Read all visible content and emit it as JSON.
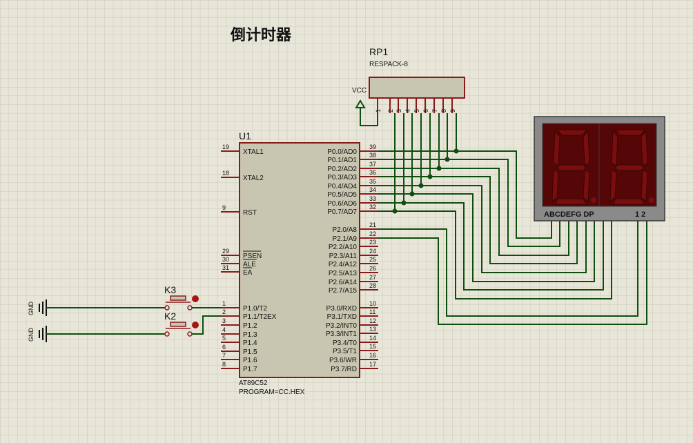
{
  "title": "倒计时器",
  "resistor_pack": {
    "ref": "RP1",
    "value": "RESPACK-8",
    "vcc_label": "VCC",
    "pins": [
      "1",
      "2",
      "3",
      "4",
      "5",
      "6",
      "7",
      "8",
      "9"
    ]
  },
  "mcu": {
    "ref": "U1",
    "part": "AT89C52",
    "program": "PROGRAM=CC.HEX",
    "left_pins": [
      {
        "num": "19",
        "name": "XTAL1"
      },
      {
        "num": "18",
        "name": "XTAL2"
      },
      {
        "num": "9",
        "name": "RST"
      },
      {
        "num": "29",
        "name": "PSEN"
      },
      {
        "num": "30",
        "name": "ALE"
      },
      {
        "num": "31",
        "name": "EA"
      },
      {
        "num": "1",
        "name": "P1.0/T2"
      },
      {
        "num": "2",
        "name": "P1.1/T2EX"
      },
      {
        "num": "3",
        "name": "P1.2"
      },
      {
        "num": "4",
        "name": "P1.3"
      },
      {
        "num": "5",
        "name": "P1.4"
      },
      {
        "num": "6",
        "name": "P1.5"
      },
      {
        "num": "7",
        "name": "P1.6"
      },
      {
        "num": "8",
        "name": "P1.7"
      }
    ],
    "right_pins": [
      {
        "num": "39",
        "name": "P0.0/AD0"
      },
      {
        "num": "38",
        "name": "P0.1/AD1"
      },
      {
        "num": "37",
        "name": "P0.2/AD2"
      },
      {
        "num": "36",
        "name": "P0.3/AD3"
      },
      {
        "num": "35",
        "name": "P0.4/AD4"
      },
      {
        "num": "34",
        "name": "P0.5/AD5"
      },
      {
        "num": "33",
        "name": "P0.6/AD6"
      },
      {
        "num": "32",
        "name": "P0.7/AD7"
      },
      {
        "num": "21",
        "name": "P2.0/A8"
      },
      {
        "num": "22",
        "name": "P2.1/A9"
      },
      {
        "num": "23",
        "name": "P2.2/A10"
      },
      {
        "num": "24",
        "name": "P2.3/A11"
      },
      {
        "num": "25",
        "name": "P2.4/A12"
      },
      {
        "num": "26",
        "name": "P2.5/A13"
      },
      {
        "num": "27",
        "name": "P2.6/A14"
      },
      {
        "num": "28",
        "name": "P2.7/A15"
      },
      {
        "num": "10",
        "name": "P3.0/RXD"
      },
      {
        "num": "11",
        "name": "P3.1/TXD"
      },
      {
        "num": "12",
        "name": "P3.2/INT0"
      },
      {
        "num": "13",
        "name": "P3.3/INT1"
      },
      {
        "num": "14",
        "name": "P3.4/T0"
      },
      {
        "num": "15",
        "name": "P3.5/T1"
      },
      {
        "num": "16",
        "name": "P3.6/WR"
      },
      {
        "num": "17",
        "name": "P3.7/RD"
      }
    ]
  },
  "buttons": [
    {
      "ref": "K3"
    },
    {
      "ref": "K2"
    }
  ],
  "ground_label": "GND",
  "display": {
    "segment_labels": "ABCDEFG DP",
    "digit_labels": "1 2"
  },
  "colors": {
    "background": "#e8e6d8",
    "grid": "#c9c7b6",
    "wire": "#0d4d0d",
    "pin": "#8a1a1a",
    "chip_fill": "#c8c6b0",
    "display_frame": "#8a8a8a",
    "display_face": "#550707",
    "segment": "#7a0e0e"
  }
}
